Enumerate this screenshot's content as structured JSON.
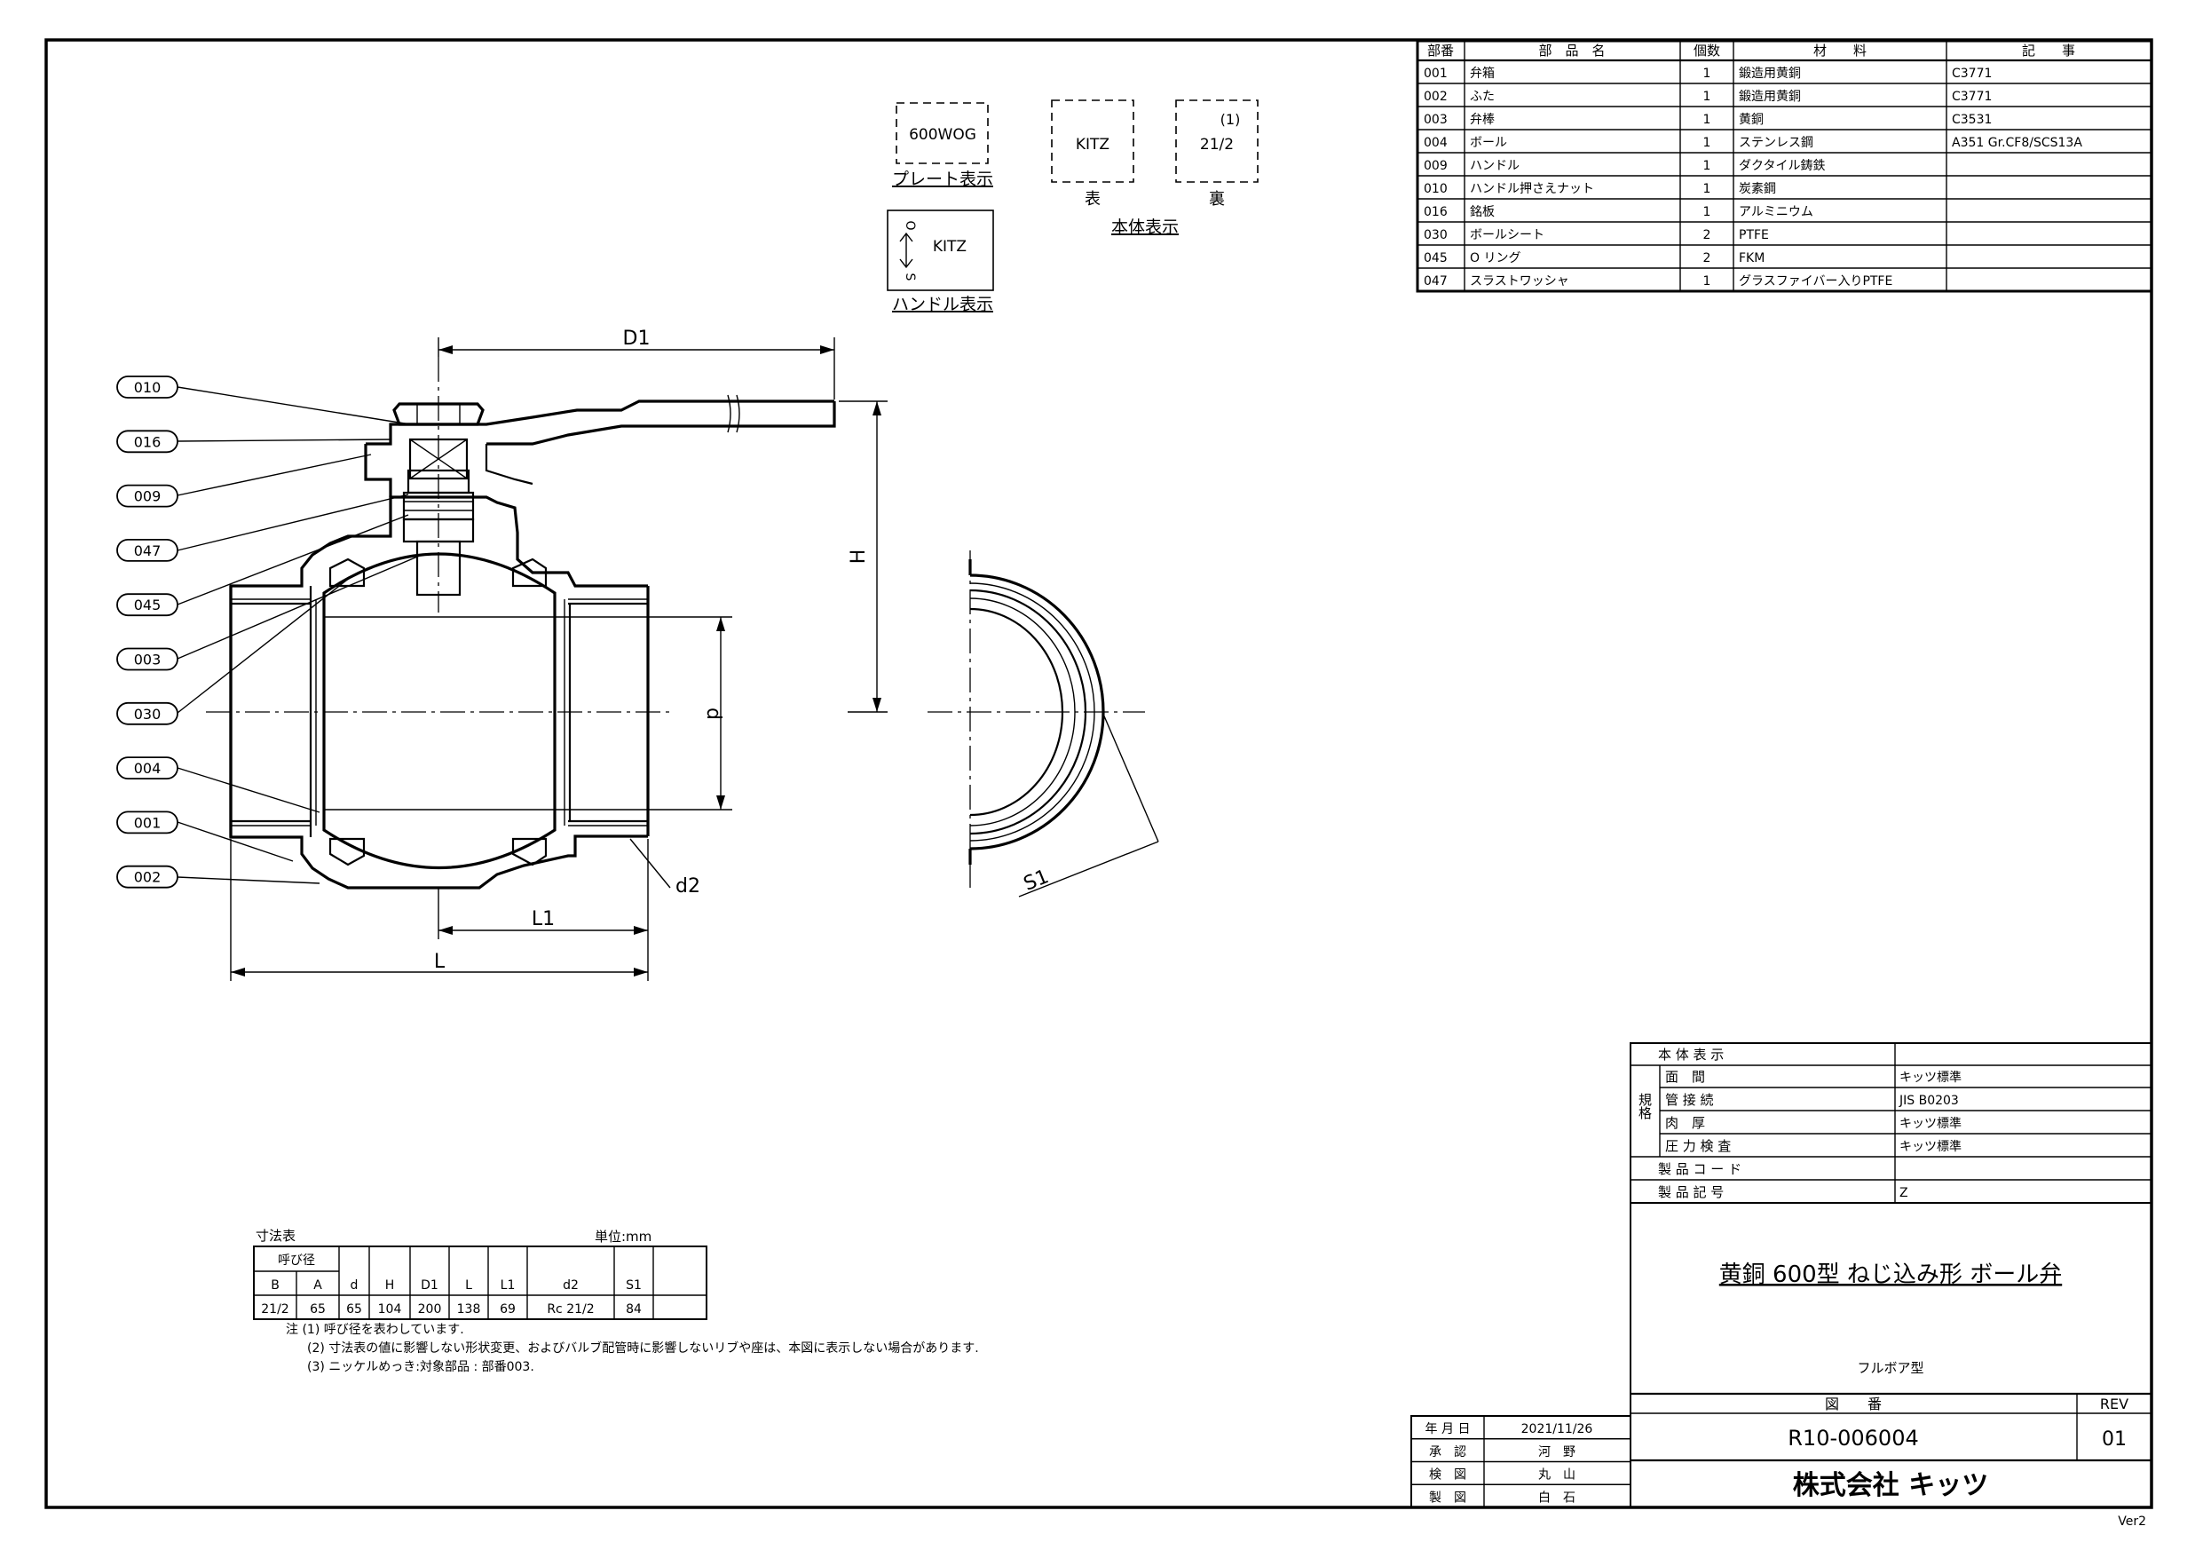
{
  "drawing": {
    "title": "黄銅 600型 ねじ込み形 ボール弁",
    "subtitle": "フルボア型",
    "drawing_no_label": "図　　番",
    "drawing_no": "R10-006004",
    "rev_label": "REV",
    "rev": "01",
    "company": "株式会社 キッツ",
    "version": "Ver2"
  },
  "markings": {
    "plate": "600WOG",
    "plate_caption": "プレート表示",
    "body_front": "KITZ",
    "body_front_caption": "表",
    "body_back_1": "(1)",
    "body_back_2": "21/2",
    "body_back_caption": "裏",
    "body_caption": "本体表示",
    "handle_brand": "KITZ",
    "handle_o": "O",
    "handle_s": "S",
    "handle_caption": "ハンドル表示"
  },
  "parts_table": {
    "headers": [
      "部番",
      "部　品　名",
      "個数",
      "材　　料",
      "記　　事"
    ],
    "rows": [
      [
        "001",
        "弁箱",
        "1",
        "鍛造用黄銅",
        "C3771"
      ],
      [
        "002",
        "ふた",
        "1",
        "鍛造用黄銅",
        "C3771"
      ],
      [
        "003",
        "弁棒",
        "1",
        "黄銅",
        "C3531"
      ],
      [
        "004",
        "ボール",
        "1",
        "ステンレス鋼",
        "A351 Gr.CF8/SCS13A"
      ],
      [
        "009",
        "ハンドル",
        "1",
        "ダクタイル鋳鉄",
        ""
      ],
      [
        "010",
        "ハンドル押さえナット",
        "1",
        "炭素鋼",
        ""
      ],
      [
        "016",
        "銘板",
        "1",
        "アルミニウム",
        ""
      ],
      [
        "030",
        "ボールシート",
        "2",
        "PTFE",
        ""
      ],
      [
        "045",
        "O リング",
        "2",
        "FKM",
        ""
      ],
      [
        "047",
        "スラストワッシャ",
        "1",
        "グラスファイバー入りPTFE",
        ""
      ]
    ]
  },
  "callouts": [
    "010",
    "016",
    "009",
    "047",
    "045",
    "003",
    "030",
    "004",
    "001",
    "002"
  ],
  "dimension_labels": {
    "d1": "D1",
    "h": "H",
    "d": "d",
    "d2": "d2",
    "l1": "L1",
    "l": "L",
    "s1": "S1"
  },
  "dim_table": {
    "title": "寸法表",
    "unit": "単位:mm",
    "nominal_label": "呼び径",
    "headers": [
      "B",
      "A",
      "d",
      "H",
      "D1",
      "L",
      "L1",
      "d2",
      "S1"
    ],
    "row": [
      "21/2",
      "65",
      "65",
      "104",
      "200",
      "138",
      "69",
      "Rc 21/2",
      "84"
    ],
    "notes": [
      "注 (1) 呼び径を表わしています.",
      "(2) 寸法表の値に影響しない形状変更、およびバルブ配管時に影響しないリブや座は、本図に表示しない場合があります.",
      "(3) ニッケルめっき:対象部品 : 部番003."
    ]
  },
  "spec_block": {
    "body_marking_label": "本 体 表 示",
    "group_label": "規格",
    "rows": [
      {
        "label": "面　間",
        "value": "キッツ標準"
      },
      {
        "label": "管 接 続",
        "value": "JIS  B0203"
      },
      {
        "label": "肉　厚",
        "value": "キッツ標準"
      },
      {
        "label": "圧 力 検 査",
        "value": "キッツ標準"
      }
    ],
    "product_code_label": "製 品 コ ー ド",
    "product_code": "",
    "product_symbol_label": "製 品 記 号",
    "product_symbol": "Z"
  },
  "approval": {
    "rows": [
      {
        "label": "年 月 日",
        "value": "2021/11/26"
      },
      {
        "label": "承　認",
        "value": "河　野"
      },
      {
        "label": "検　図",
        "value": "丸　山"
      },
      {
        "label": "製　図",
        "value": "白　石"
      }
    ]
  }
}
